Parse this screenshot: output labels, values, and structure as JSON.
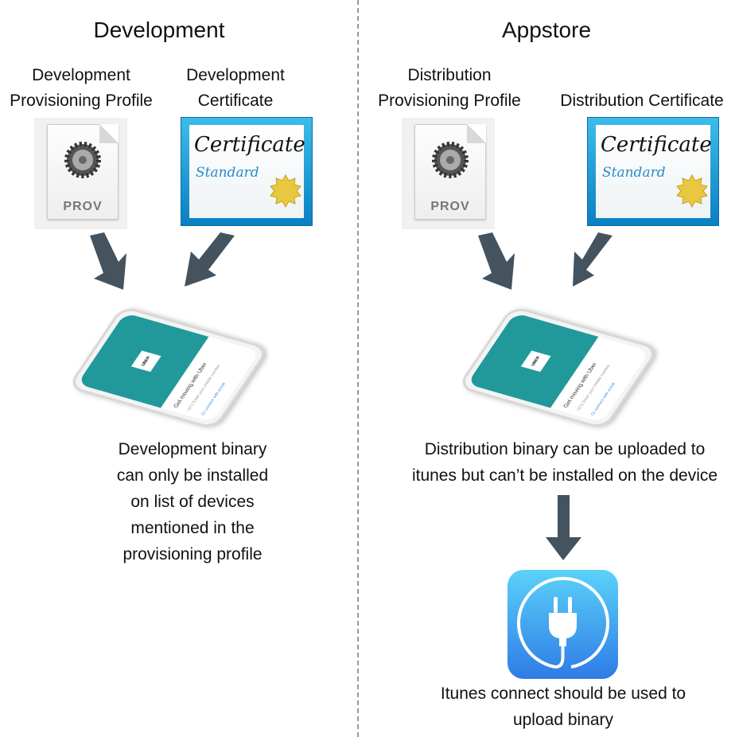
{
  "left": {
    "title": "Development",
    "profile_label": [
      "Development",
      "Provisioning Profile"
    ],
    "cert_label": [
      "Development",
      "Certificate"
    ],
    "prov_icon_text": "PROV",
    "cert_text": {
      "title": "Certificate",
      "subtitle": "Standard"
    },
    "phone": {
      "logo": "UBER",
      "headline": "Get moving with Uber",
      "input": "+972  Enter your mobile number",
      "link": "Or connect with social"
    },
    "caption": [
      "Development binary",
      "can only be installed",
      "on list of devices",
      "mentioned in the",
      "provisioning profile"
    ]
  },
  "right": {
    "title": "Appstore",
    "profile_label": [
      "Distribution",
      "Provisioning Profile"
    ],
    "cert_label": [
      "Distribution Certificate"
    ],
    "prov_icon_text": "PROV",
    "cert_text": {
      "title": "Certificate",
      "subtitle": "Standard"
    },
    "phone": {
      "logo": "UBER",
      "headline": "Get moving with Uber",
      "input": "+972  Enter your mobile number",
      "link": "Or connect with social"
    },
    "caption": [
      "Distribution binary can be uploaded to",
      "itunes but can’t be installed on the device"
    ],
    "itunes_caption": [
      "Itunes connect should be used to",
      "upload binary"
    ]
  },
  "colors": {
    "arrow": "#44535e",
    "divider": "#999999",
    "cert_blue": "#1a9ad6",
    "teal": "#21999a"
  }
}
